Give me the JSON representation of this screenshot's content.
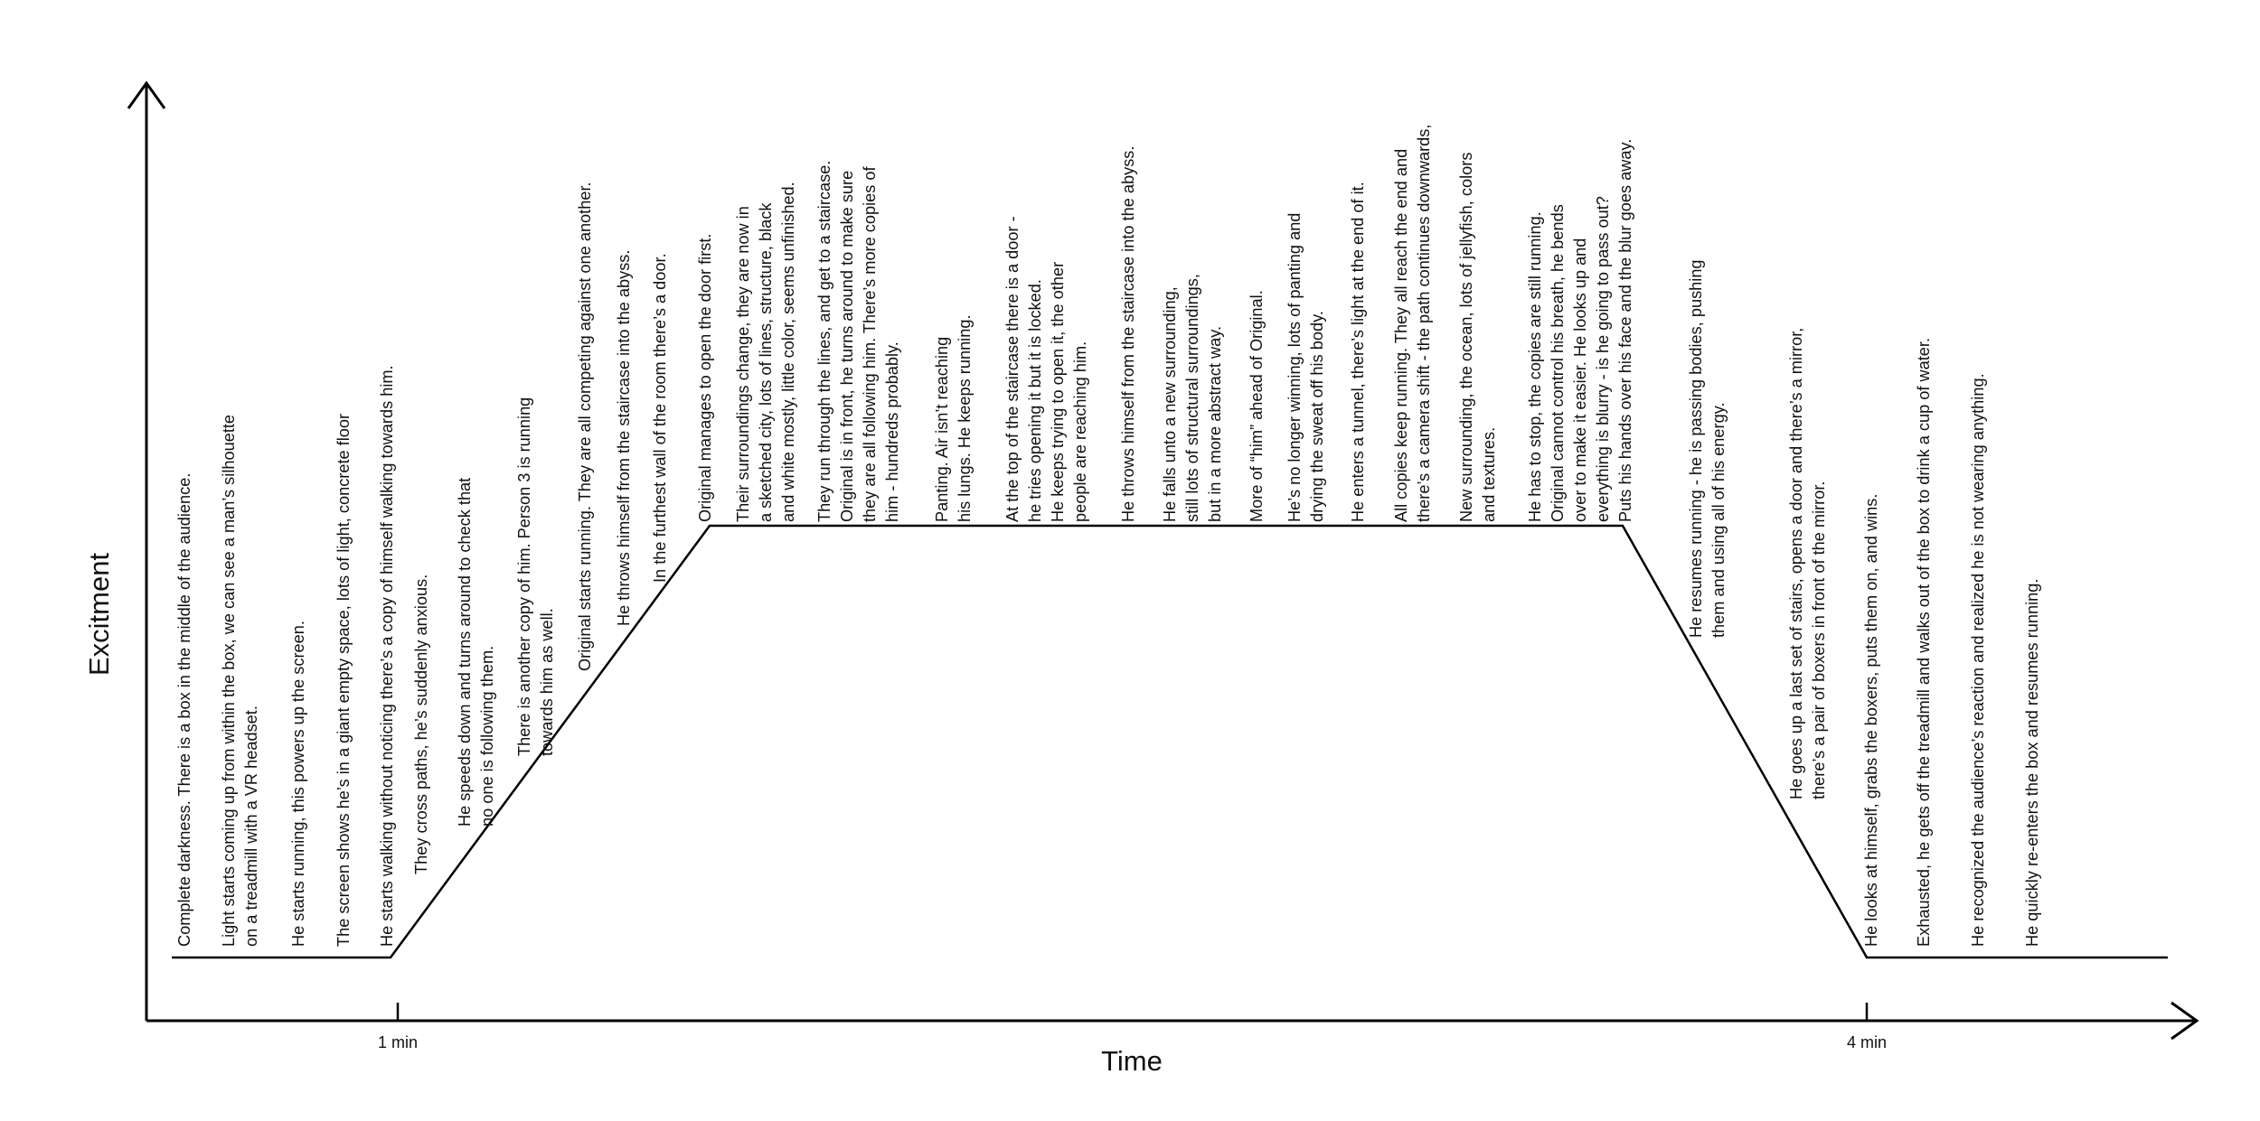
{
  "diagram": {
    "x_axis_label": "Time",
    "y_axis_label": "Excitment",
    "ticks": [
      {
        "label": "1 min"
      },
      {
        "label": "4 min"
      }
    ],
    "annotations": [
      {
        "text": "Complete darkness. There is a box in the middle of the audience."
      },
      {
        "text": "Light starts coming up from within the box, we can see a man’s silhouette\non a treadmill with a VR headset."
      },
      {
        "text": "He starts running, this powers up the screen."
      },
      {
        "text": "The screen shows he’s in a giant empty space, lots of light, concrete floor"
      },
      {
        "text": "He starts walking without noticing there’s a copy of himself walking towards him."
      },
      {
        "text": "They cross paths, he’s suddenly anxious."
      },
      {
        "text": "He speeds down and turns around to check that\nno one is following them."
      },
      {
        "text": "There is another copy of him. Person 3 is running\ntowards him as well."
      },
      {
        "text": "Original starts running. They are all competing against one another."
      },
      {
        "text": "He throws himself from the staircase into the abyss."
      },
      {
        "text": "In the furthest wall of the room there’s a door."
      },
      {
        "text": "Original manages to open the door first."
      },
      {
        "text": "Their surroundings change, they are now in\na sketched city, lots of lines, structure, black\nand white mostly, little color, seems unfinished."
      },
      {
        "text": "They run through the lines, and get to a staircase.\nOriginal is in front, he turns around to make sure\nthey are all following him. There’s more copies of\nhim - hundreds probably."
      },
      {
        "text": "Panting. Air isn’t reaching\nhis lungs. He keeps running."
      },
      {
        "text": "At the top of the staircase there is a door -\nhe tries opening it but it is locked.\nHe keeps trying to open it, the other\npeople are reaching him."
      },
      {
        "text": "He throws himself from the staircase into the abyss."
      },
      {
        "text": "He falls unto a new surrounding,\nstill lots of structural surroundings,\nbut in a more abstract way."
      },
      {
        "text": "More of “him” ahead of Original."
      },
      {
        "text": "He’s no longer winning, lots of panting and\ndrying the sweat off his body."
      },
      {
        "text": "He enters a tunnel, there’s light at the end of it."
      },
      {
        "text": "All copies keep running. They all reach the end and\nthere’s a camera shift - the path continues downwards,"
      },
      {
        "text": "New surrounding, the ocean, lots of jellyfish, colors\nand textures."
      },
      {
        "text": "He has to stop, the copies are still running.\nOriginal cannot control his breath, he bends\nover to make it easier. He looks up and\neverything is blurry - is he going to pass out?\nPuts his hands over his face and the blur goes away."
      },
      {
        "text": "He resumes running - he is passing bodies, pushing\nthem and using all of his energy."
      },
      {
        "text": "He goes up a last set of stairs, opens a door and there’s a mirror,\nthere’s a pair of boxers in front of the mirror."
      },
      {
        "text": "He looks at himself, grabs the boxers, puts them on, and wins."
      },
      {
        "text": "Exhausted, he gets off the treadmill and walks out of the box to drink a cup of water."
      },
      {
        "text": "He recognized the audience’s reaction and realized he is not wearing anything."
      },
      {
        "text": "He quickly re-enters the box and resumes running."
      }
    ]
  }
}
